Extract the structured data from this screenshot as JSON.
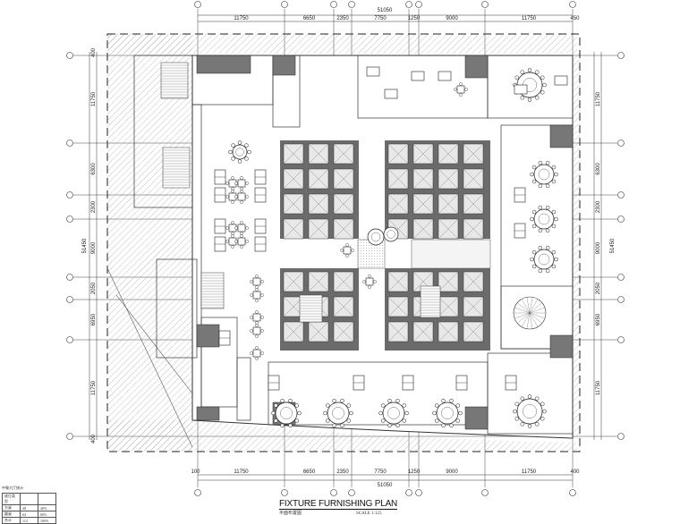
{
  "plan": {
    "title": "FIXTURE FURNISHING PLAN",
    "subtitle": "平面布置图",
    "scale": "SCALE 1:125"
  },
  "dimensions": {
    "top_segments": [
      "11750",
      "6650",
      "2350",
      "7750",
      "1250",
      "9000",
      "11750",
      "450"
    ],
    "top_total": "51050",
    "bottom_segments": [
      "100",
      "11750",
      "6650",
      "2350",
      "7750",
      "1250",
      "9000",
      "11750",
      "400"
    ],
    "bottom_total": "51050",
    "left_segments": [
      "400",
      "11750",
      "6300",
      "2300",
      "9000",
      "2050",
      "6950",
      "11750",
      "400"
    ],
    "left_total": "51450",
    "right_segments": [
      "11750",
      "6300",
      "2300",
      "9000",
      "2050",
      "6950",
      "11750"
    ],
    "right_total": "51450"
  },
  "stats": {
    "caption": "中餐大厅统计:",
    "header": [
      "座位类型",
      "",
      ""
    ],
    "rows": [
      [
        "方桌",
        "48",
        "40%"
      ],
      [
        "圆桌",
        "64",
        "60%"
      ],
      [
        "合计",
        "112",
        "100%"
      ]
    ]
  },
  "colors": {
    "wall": "#555555",
    "core": "#6b6b6b",
    "hatch": "#999999",
    "accent": "#c9832a"
  }
}
